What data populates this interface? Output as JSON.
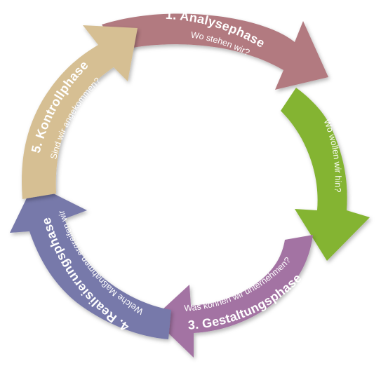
{
  "diagram": {
    "phases": [
      {
        "title": "1. Analysephase",
        "subtitle": "Wo stehen wir?",
        "color": "#b27a80"
      },
      {
        "title": "2. Strategiephase",
        "subtitle": "Wo wollen wir hin?",
        "color": "#84b430"
      },
      {
        "title": "3. Gestaltungsphase",
        "subtitle": "Was können wir unternehmen?",
        "color": "#a373a3"
      },
      {
        "title": "4. Realisierungsphase",
        "subtitle": "Welche Maßnahmen ergreifen wir?",
        "color": "#7779aa"
      },
      {
        "title": "5. Kontrollphase",
        "subtitle": "Sind wir angekommen?",
        "color": "#d6bf93"
      }
    ]
  }
}
